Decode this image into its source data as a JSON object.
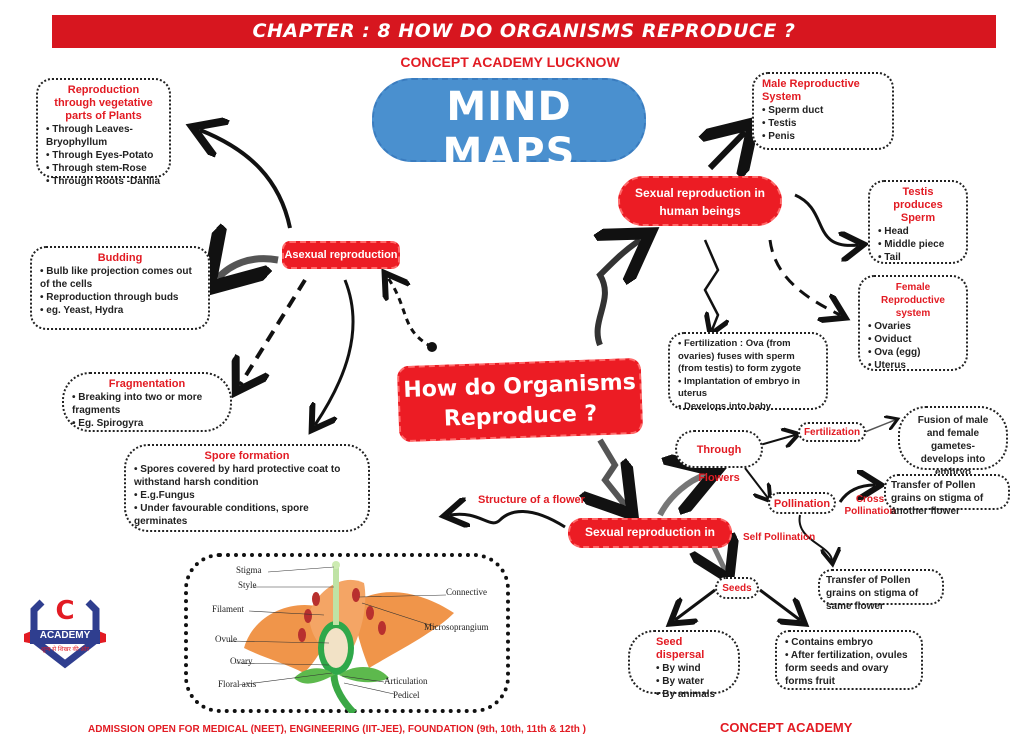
{
  "header": {
    "chapter_title": "CHAPTER : 8 HOW DO ORGANISMS REPRODUCE ?",
    "academy_top": "CONCEPT ACADEMY LUCKNOW",
    "mindmaps_title": "MIND MAPS",
    "mindmaps_subtitle": "LEARNING MADE SIMPLE"
  },
  "central_topic": "How do Organisms Reproduce ?",
  "asexual": {
    "label": "Asexual reproduction",
    "vegetative": {
      "heading": "Reproduction through vegetative parts of Plants",
      "items": [
        "Through Leaves- Bryophyllum",
        "Through Eyes-Potato",
        "Through stem-Rose",
        "Through Roots -Dahlia"
      ]
    },
    "budding": {
      "heading": "Budding",
      "items": [
        "Bulb like projection comes out of the cells",
        "Reproduction through buds",
        "eg. Yeast, Hydra"
      ]
    },
    "fragmentation": {
      "heading": "Fragmentation",
      "items": [
        "Breaking into two or more fragments",
        "Eg. Spirogyra"
      ]
    },
    "spore": {
      "heading": "Spore formation",
      "items": [
        "Spores covered by hard protective coat to withstand harsh condition",
        "E.g.Fungus",
        "Under favourable conditions, spore germinates"
      ]
    }
  },
  "human": {
    "label": "Sexual reproduction in human beings",
    "male": {
      "heading": "Male Reproductive System",
      "items": [
        "Sperm duct",
        "Testis",
        "Penis"
      ]
    },
    "testis": {
      "heading": "Testis produces Sperm",
      "items": [
        "Head",
        "Middle piece",
        "Tail"
      ]
    },
    "female": {
      "heading": "Female Reproductive system",
      "items": [
        "Ovaries",
        "Oviduct",
        "Ova (egg)",
        "Uterus"
      ]
    },
    "fertilization": {
      "items": [
        "Fertilization : Ova (from ovaries) fuses with sperm (from testis) to form zygote",
        "Implantation of embryo in uterus",
        "Develops into baby"
      ]
    }
  },
  "plants": {
    "label": "Sexual reproduction in plants",
    "structure_label": "Structure of a flower",
    "through_flowers": "Through Flowers",
    "fertilization_label": "Fertilization",
    "fertilization_text": "Fusion of male and female gametes- develops into embryo",
    "pollination_label": "Pollination",
    "cross_label": "Cross Pollination",
    "cross_text": "Transfer of Pollen grains on stigma of another flower",
    "self_label": "Self Pollination",
    "self_text": "Transfer of Pollen grains on stigma of same flower",
    "seeds_label": "Seeds",
    "dispersal": {
      "heading": "Seed dispersal",
      "items": [
        "By wind",
        "By water",
        "By animals"
      ]
    },
    "seed_facts": [
      "Contains embryo",
      "After fertilization, ovules form seeds and ovary forms fruit"
    ]
  },
  "flower_parts": {
    "stigma": "Stigma",
    "style": "Style",
    "filament": "Filament",
    "ovule": "Ovule",
    "ovary": "Ovary",
    "floral_axis": "Floral axis",
    "connective": "Connective",
    "microsporangium": "Microsoprangium",
    "articulation": "Articulation",
    "pedicel": "Pedicel"
  },
  "logo": {
    "letter": "C",
    "name": "ACADEMY",
    "tagline": "शून्य से शिखर की ओर"
  },
  "footer": {
    "admission": "ADMISSION OPEN FOR MEDICAL (NEET), ENGINEERING (IIT-JEE), FOUNDATION (9th, 10th, 11th & 12th )",
    "academy": "CONCEPT ACADEMY"
  },
  "colors": {
    "red": "#ec1c24",
    "blue": "#4a90cf",
    "dark": "#222222",
    "orange": "#f0954a",
    "green": "#3aa845"
  }
}
